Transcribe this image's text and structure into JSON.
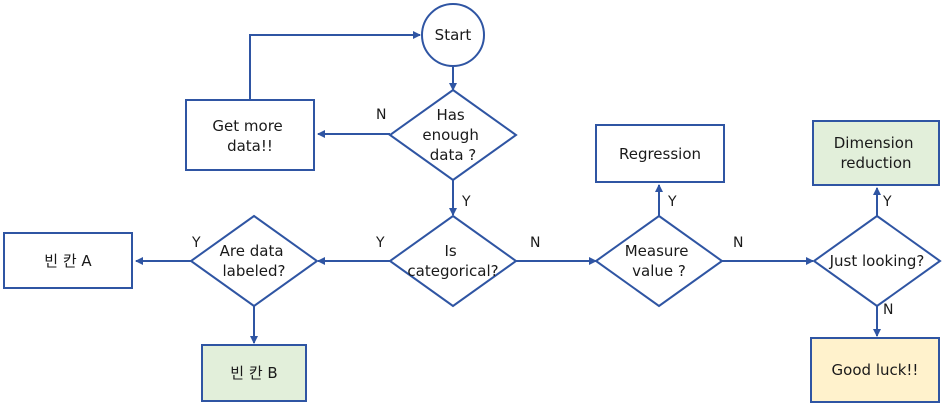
{
  "colors": {
    "stroke": "#2F55A3",
    "fill_white": "#FFFFFF",
    "fill_green": "#E2EFDA",
    "fill_yellow": "#FFF2CC",
    "text": "#1A1A1A"
  },
  "nodes": {
    "start": "Start",
    "has_enough_data": [
      "Has",
      "enough",
      "data ?"
    ],
    "get_more_data": [
      "Get more",
      "data!!"
    ],
    "is_categorical": [
      "Is",
      "categorical?"
    ],
    "are_data_labeled": [
      "Are data",
      "labeled?"
    ],
    "blank_a": "빈 칸 A",
    "blank_b": "빈 칸 B",
    "measure_value": [
      "Measure",
      "value ?"
    ],
    "regression": "Regression",
    "just_looking": "Just looking?",
    "dimension_reduction": [
      "Dimension",
      "reduction"
    ],
    "good_luck": "Good luck!!"
  },
  "edge_labels": {
    "enough_no": "N",
    "enough_yes": "Y",
    "categorical_yes": "Y",
    "categorical_no": "N",
    "labeled_yes": "Y",
    "measure_yes": "Y",
    "measure_no": "N",
    "looking_yes": "Y",
    "looking_no": "N"
  }
}
